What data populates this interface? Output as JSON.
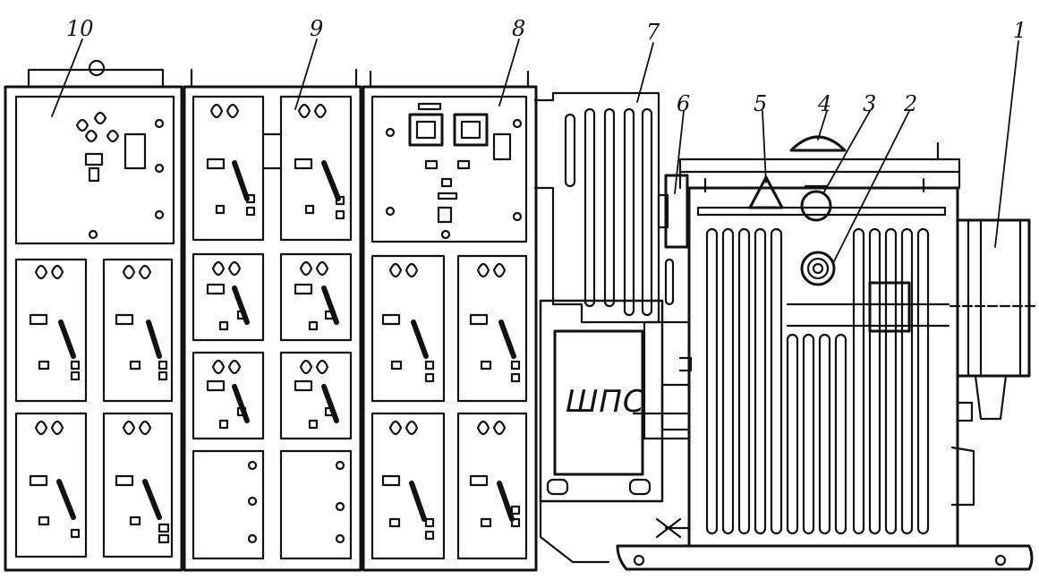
{
  "callouts": [
    {
      "id": "1",
      "text": "1"
    },
    {
      "id": "2",
      "text": "2"
    },
    {
      "id": "3",
      "text": "3"
    },
    {
      "id": "4",
      "text": "4"
    },
    {
      "id": "5",
      "text": "5"
    },
    {
      "id": "6",
      "text": "6"
    },
    {
      "id": "7",
      "text": "7"
    },
    {
      "id": "8",
      "text": "8"
    },
    {
      "id": "9",
      "text": "9"
    },
    {
      "id": "10",
      "text": "10"
    }
  ],
  "box_label": "ШПС",
  "colors": {
    "ink": "#111111",
    "paper": "#ffffff"
  }
}
